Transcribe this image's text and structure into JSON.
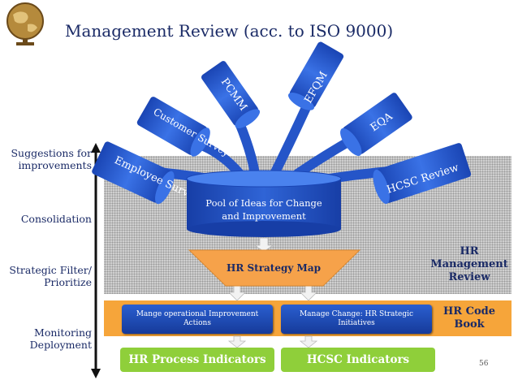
{
  "title": "Management Review (acc. to ISO 9000)",
  "stages": {
    "suggestions": "Suggestions for improvements",
    "consolidation": "Consolidation",
    "strategic_filter": "Strategic Filter/ Prioritize",
    "monitoring": "Monitoring Deployment"
  },
  "sources": [
    {
      "label": "Employee Survey"
    },
    {
      "label": "Customer Survey"
    },
    {
      "label": "PCMM"
    },
    {
      "label": "EFQM"
    },
    {
      "label": "EQA"
    },
    {
      "label": "HCSC Review"
    }
  ],
  "pool": {
    "label": "Pool of Ideas for Change and Improvement"
  },
  "funnel": {
    "label": "HR Strategy Map"
  },
  "boxes": {
    "operational": "Mange operational Improvement Actions",
    "change": "Manage Change: HR Strategic Initiatives"
  },
  "indicators": {
    "process": "HR Process Indicators",
    "hcsc": "HCSC Indicators"
  },
  "side": {
    "hr_review": "HR Management Review",
    "hr_code": "HR Code Book"
  },
  "page_number": "56",
  "colors": {
    "title": "#1a2a66",
    "blue": "#1e4fc2",
    "orange": "#f6a53a",
    "green": "#8fcf3a",
    "funnel": "#f6a24a"
  }
}
